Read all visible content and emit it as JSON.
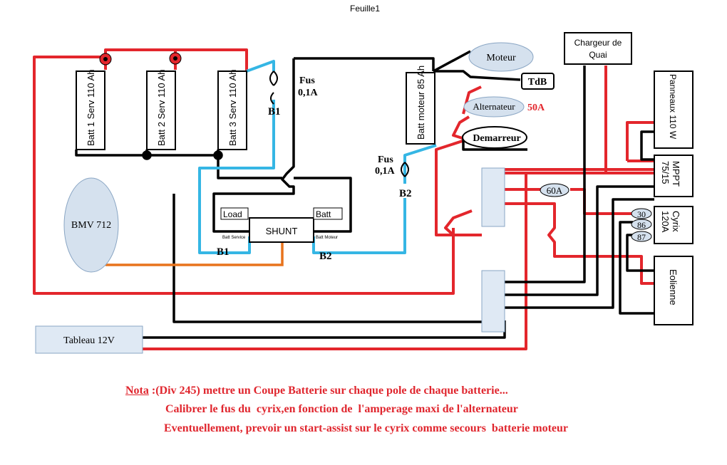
{
  "sheet_title": "Feuille1",
  "colors": {
    "red": "#e3262c",
    "black": "#000000",
    "blue": "#35b6e4",
    "orange": "#e8731c",
    "box_fill": "#dfe9f4",
    "ellipse_fill": "#d5e1ee",
    "note_red": "#e0262e"
  },
  "batteries": {
    "batt1": "Batt 1 Serv 110 Ah",
    "batt2": "Batt 2 Serv 110 Ah",
    "batt3": "Batt 3 Serv 110 Ah",
    "batt_moteur": "Batt moteur 85 Ah"
  },
  "labels": {
    "b1_top": "B1",
    "b1_bottom": "B1",
    "b2_right": "B2",
    "b2_bottom": "B2",
    "fus1_a": "Fus",
    "fus1_b": "0,1A",
    "fus2_a": "Fus",
    "fus2_b": "0,1A",
    "load": "Load",
    "batt": "Batt",
    "shunt": "SHUNT",
    "batt_service": "Batt Service",
    "batt_moteur_small": "Batt Moteur",
    "bmv": "BMV 712",
    "tableau": "Tableau 12V",
    "moteur": "Moteur",
    "tdb": "TdB",
    "alternateur": "Alternateur",
    "alt_amp": "50A",
    "demarreur": "Demarreur",
    "chargeur_1": "Chargeur de",
    "chargeur_2": "Quai",
    "panneaux": "Panneaux 110 W",
    "mppt_1": "MPPT",
    "mppt_2": "75/15",
    "cyrix_1": "Cyrix",
    "cyrix_2": "120A",
    "eolienne": "Eolienne",
    "fuse_60a": "60A",
    "pin_30": "30",
    "pin_86": "86",
    "pin_87": "87"
  },
  "notes": {
    "nota_word": "Nota",
    "line1_rest": " :(Div 245) mettre un Coupe Batterie sur chaque pole de chaque batterie...",
    "line2": "Calibrer le fus du  cyrix,en fonction de  l'amperage maxi de l'alternateur",
    "line3": "Eventuellement, prevoir un start-assist sur le cyrix comme secours  batterie moteur"
  }
}
